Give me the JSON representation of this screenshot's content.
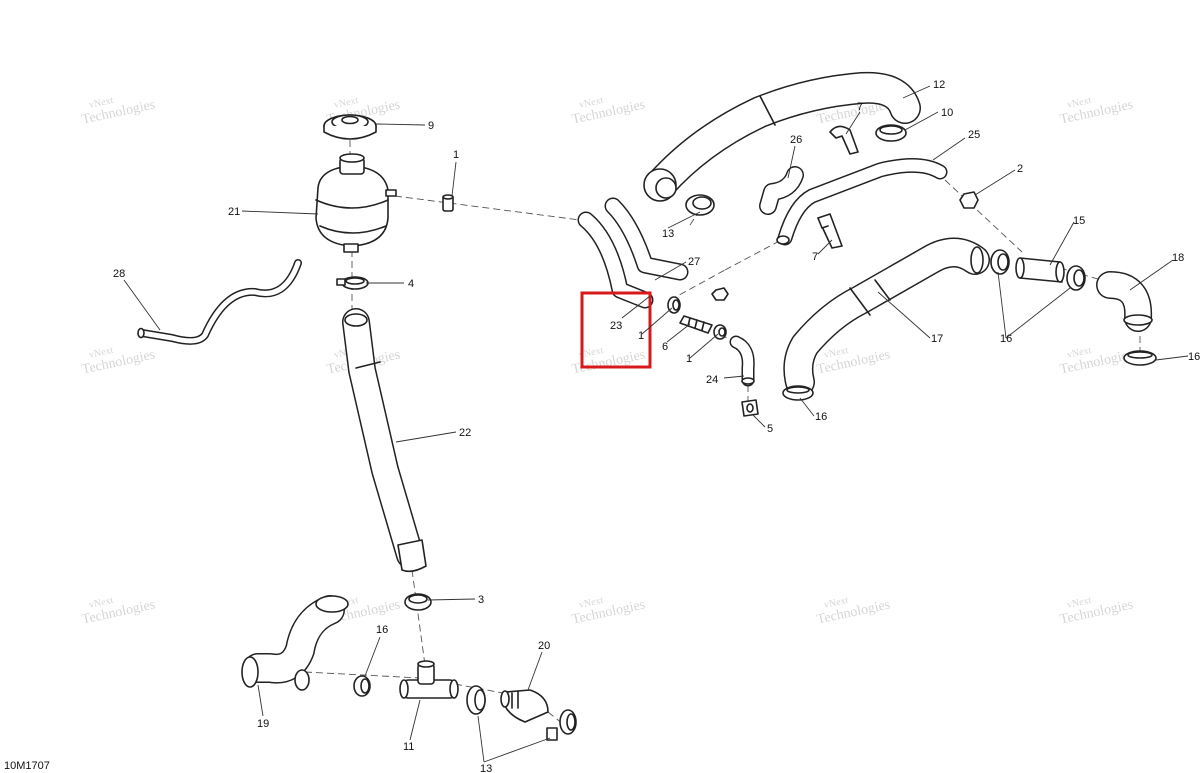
{
  "diagram": {
    "code": "10M1707",
    "watermark": {
      "line1": "vNext",
      "line2": "Technologies",
      "full": "vNext Technologies"
    },
    "callouts": [
      {
        "id": "c-9",
        "label": "9"
      },
      {
        "id": "c-1a",
        "label": "1"
      },
      {
        "id": "c-21",
        "label": "21"
      },
      {
        "id": "c-4",
        "label": "4"
      },
      {
        "id": "c-28",
        "label": "28"
      },
      {
        "id": "c-22",
        "label": "22"
      },
      {
        "id": "c-3",
        "label": "3"
      },
      {
        "id": "c-16a",
        "label": "16"
      },
      {
        "id": "c-19",
        "label": "19"
      },
      {
        "id": "c-11",
        "label": "11"
      },
      {
        "id": "c-20",
        "label": "20"
      },
      {
        "id": "c-13a",
        "label": "13"
      },
      {
        "id": "c-12",
        "label": "12"
      },
      {
        "id": "c-7a",
        "label": "7"
      },
      {
        "id": "c-10",
        "label": "10"
      },
      {
        "id": "c-26",
        "label": "26"
      },
      {
        "id": "c-25",
        "label": "25"
      },
      {
        "id": "c-13b",
        "label": "13"
      },
      {
        "id": "c-27",
        "label": "27"
      },
      {
        "id": "c-23",
        "label": "23"
      },
      {
        "id": "c-1b",
        "label": "1"
      },
      {
        "id": "c-6",
        "label": "6"
      },
      {
        "id": "c-1c",
        "label": "1"
      },
      {
        "id": "c-7b",
        "label": "7"
      },
      {
        "id": "c-2",
        "label": "2"
      },
      {
        "id": "c-15",
        "label": "15"
      },
      {
        "id": "c-18",
        "label": "18"
      },
      {
        "id": "c-17",
        "label": "17"
      },
      {
        "id": "c-16b",
        "label": "16"
      },
      {
        "id": "c-16c",
        "label": "16"
      },
      {
        "id": "c-24",
        "label": "24"
      },
      {
        "id": "c-5",
        "label": "5"
      },
      {
        "id": "c-16d",
        "label": "16"
      }
    ],
    "highlight": {
      "target": "23",
      "color": "#d7191c"
    }
  }
}
